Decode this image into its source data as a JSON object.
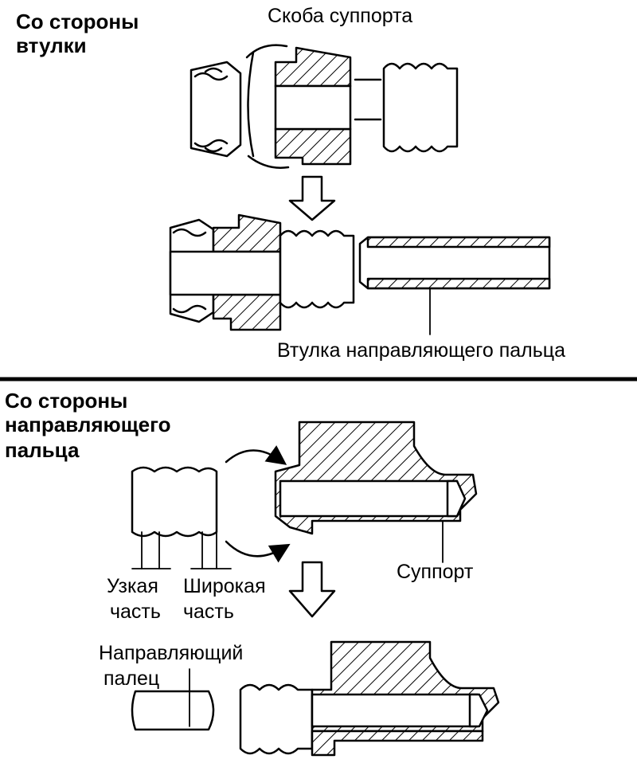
{
  "top_panel": {
    "heading": [
      "Со стороны",
      "втулки"
    ],
    "caliper_bracket_label": "Скоба суппорта",
    "guide_pin_sleeve_label": "Втулка направляющего пальца"
  },
  "bottom_panel": {
    "heading": [
      "Со стороны",
      "направляющего",
      "пальца"
    ],
    "narrow_part_label": [
      "Узкая",
      "часть"
    ],
    "wide_part_label": [
      "Широкая",
      "часть"
    ],
    "caliper_label": "Суппорт",
    "guide_pin_label": [
      "Направляющий",
      "палец"
    ]
  },
  "colors": {
    "ink": "#000000",
    "background": "#ffffff"
  }
}
